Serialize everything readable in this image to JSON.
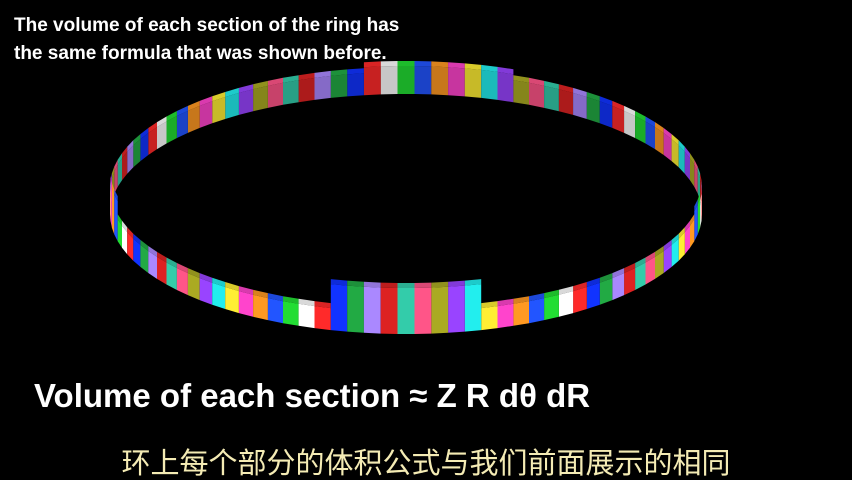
{
  "caption": {
    "line1": "The volume of each section of the ring has",
    "line2": "the same formula that was shown before."
  },
  "formula": "Volume of each section ≈ Z R dθ dR",
  "subtitle_cn": "环上每个部分的体积公式与我们前面展示的相同",
  "ring": {
    "segment_colors": [
      "#ff2a2a",
      "#ffffff",
      "#22dd33",
      "#2255ff",
      "#ff9922",
      "#ff44cc",
      "#ffee33",
      "#22eeee",
      "#9944ff",
      "#aaaa22",
      "#ff5588",
      "#33ccaa",
      "#dd2222",
      "#aa88ff",
      "#22aa44",
      "#1133ff"
    ]
  }
}
